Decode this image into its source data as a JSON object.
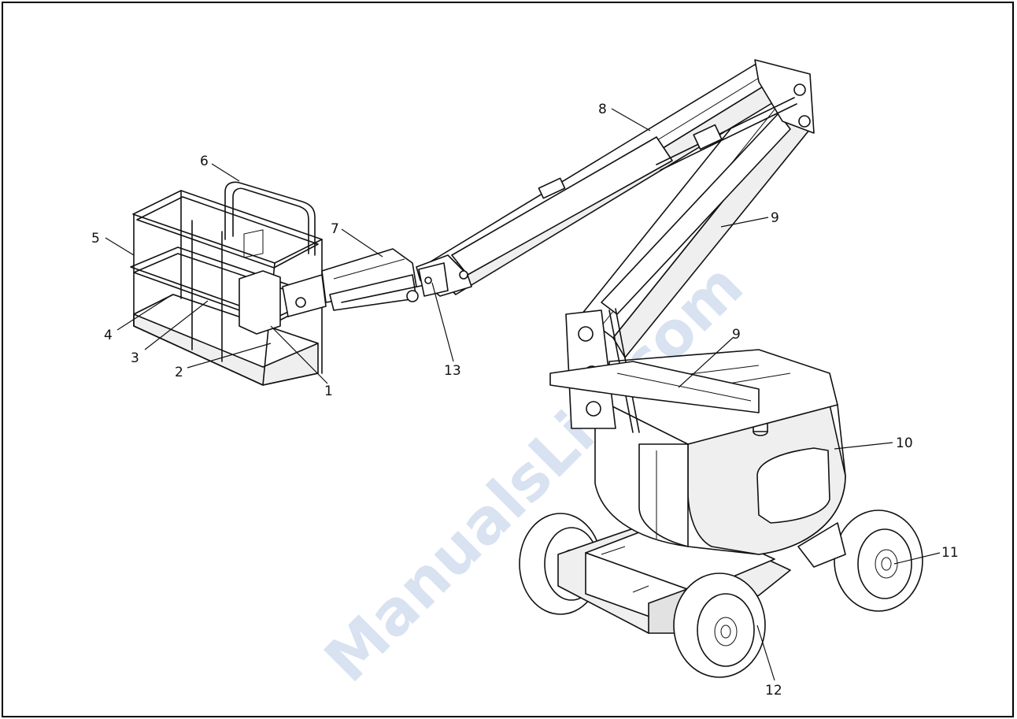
{
  "diagram": {
    "callouts": [
      {
        "id": "c1",
        "label": "1"
      },
      {
        "id": "c2",
        "label": "2"
      },
      {
        "id": "c3",
        "label": "3"
      },
      {
        "id": "c4",
        "label": "4"
      },
      {
        "id": "c5",
        "label": "5"
      },
      {
        "id": "c6",
        "label": "6"
      },
      {
        "id": "c7",
        "label": "7"
      },
      {
        "id": "c8",
        "label": "8"
      },
      {
        "id": "c9a",
        "label": "9"
      },
      {
        "id": "c9b",
        "label": "9"
      },
      {
        "id": "c10",
        "label": "10"
      },
      {
        "id": "c11",
        "label": "11"
      },
      {
        "id": "c12",
        "label": "12"
      },
      {
        "id": "c13",
        "label": "13"
      }
    ],
    "watermark": "ManualsLib.com",
    "colors": {
      "line": "#111111",
      "watermark": "#2f62b7",
      "background": "#ffffff"
    }
  }
}
